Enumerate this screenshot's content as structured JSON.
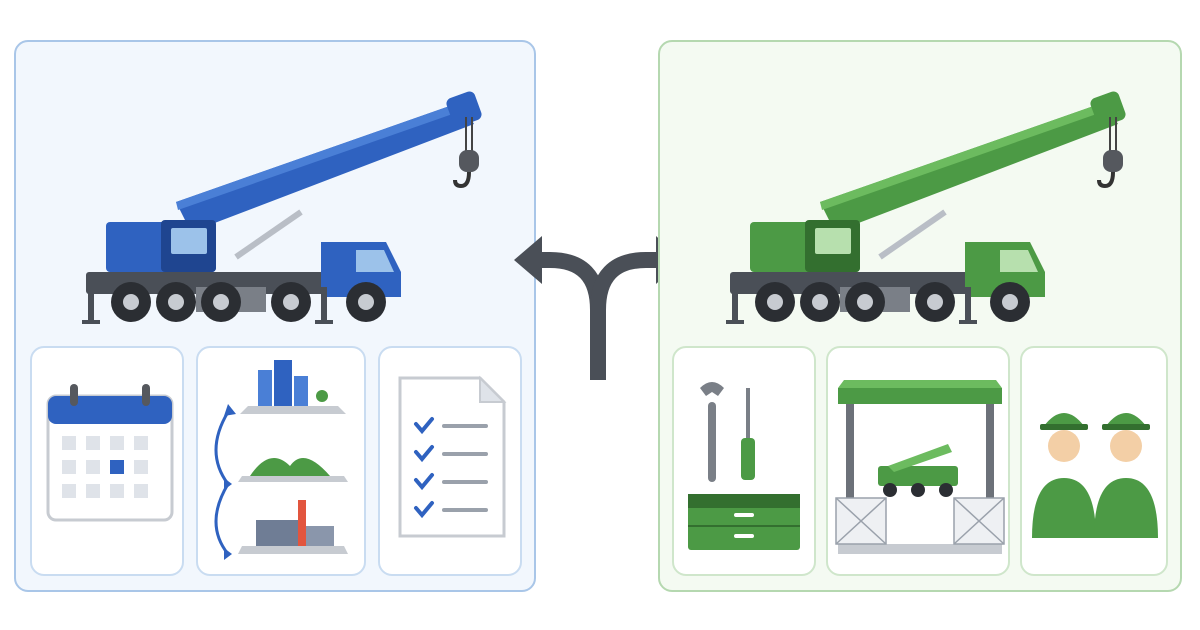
{
  "colors": {
    "blue_primary": "#2f62c0",
    "blue_dark": "#1f4590",
    "blue_light": "#4a7fd6",
    "green_primary": "#4c9a45",
    "green_dark": "#336f2f",
    "green_light": "#6cbb5f",
    "chassis": "#4a4f57",
    "arrow": "#4a4f57",
    "panel_blue_border": "#a9c6e8",
    "panel_green_border": "#b5d8b0"
  },
  "left_panel": {
    "theme": "blue",
    "vehicle": "mobile-crane",
    "cards": [
      {
        "icon": "calendar-icon"
      },
      {
        "icon": "location-relocation-icon"
      },
      {
        "icon": "checklist-document-icon"
      }
    ]
  },
  "center": {
    "icon": "fork-arrow-icon"
  },
  "right_panel": {
    "theme": "green",
    "vehicle": "mobile-crane",
    "cards": [
      {
        "icon": "tools-toolbox-icon"
      },
      {
        "icon": "garage-storage-icon"
      },
      {
        "icon": "workers-icon"
      }
    ]
  }
}
